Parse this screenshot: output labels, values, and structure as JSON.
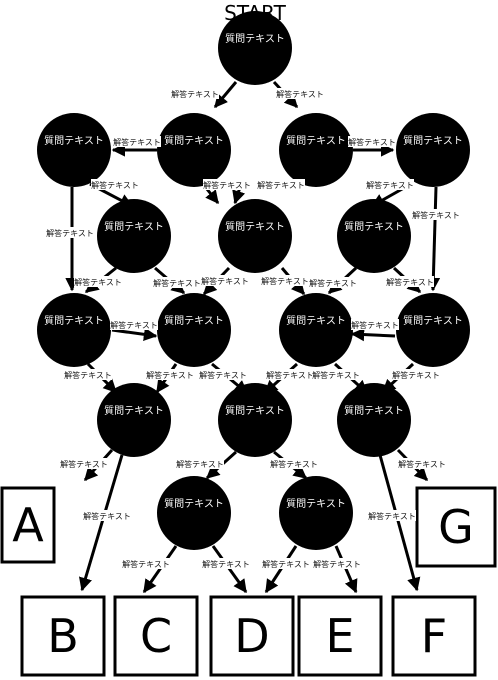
{
  "start_label": "START",
  "question_text": "質問テキスト",
  "answer_text": "解答テキスト",
  "colors": {
    "node": "#000000",
    "box": "#000000",
    "background": "#ffffff",
    "node_text": "#ffffff"
  },
  "outcomes": [
    "A",
    "B",
    "C",
    "D",
    "E",
    "F",
    "G"
  ]
}
